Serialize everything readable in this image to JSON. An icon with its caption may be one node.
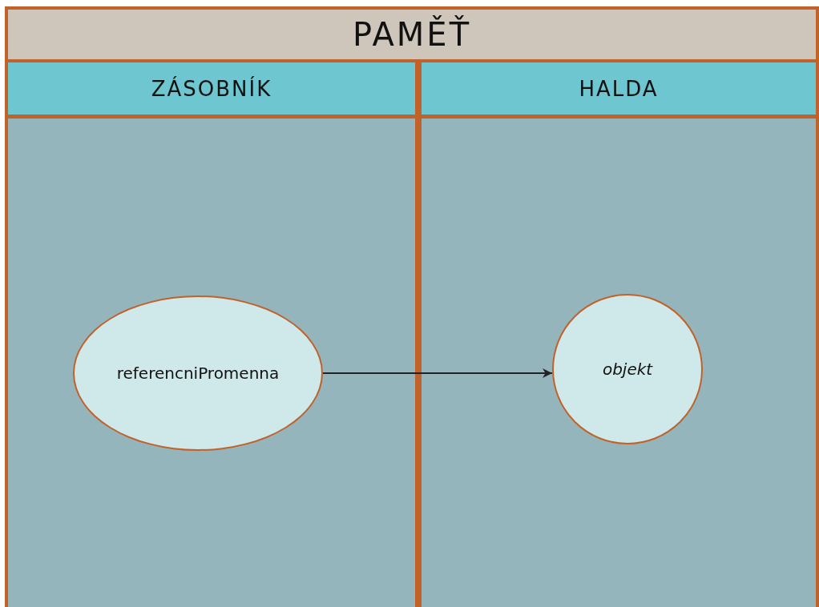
{
  "diagram": {
    "nodes": [
      {
        "text": [
          "PAMĚŤ"
        ]
      },
      {
        "text": [
          "ZÁSOBNÍK"
        ],
        "in": 0
      },
      {
        "text": [
          "HALDA"
        ],
        "in": 0
      },
      {
        "text": [
          "referencniPromenna"
        ],
        "in": 1
      },
      {
        "text": [
          "objekt"
        ],
        "in": 2
      }
    ],
    "edges": [
      {
        "from": 3,
        "to": 4,
        "arrow": "to"
      }
    ]
  }
}
